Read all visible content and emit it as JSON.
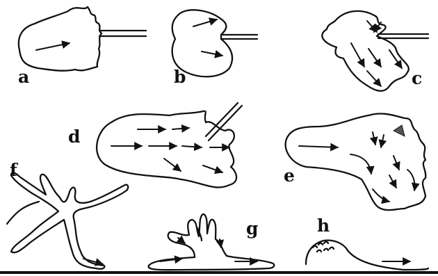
{
  "figure": {
    "panels": [
      {
        "id": "a",
        "label": "a"
      },
      {
        "id": "b",
        "label": "b"
      },
      {
        "id": "c",
        "label": "c"
      },
      {
        "id": "d",
        "label": "d"
      },
      {
        "id": "e",
        "label": "e"
      },
      {
        "id": "f",
        "label": "f"
      },
      {
        "id": "g",
        "label": "g"
      },
      {
        "id": "h",
        "label": "h"
      }
    ],
    "colors": {
      "ink": "#111111",
      "paper": "#ffffff"
    }
  }
}
